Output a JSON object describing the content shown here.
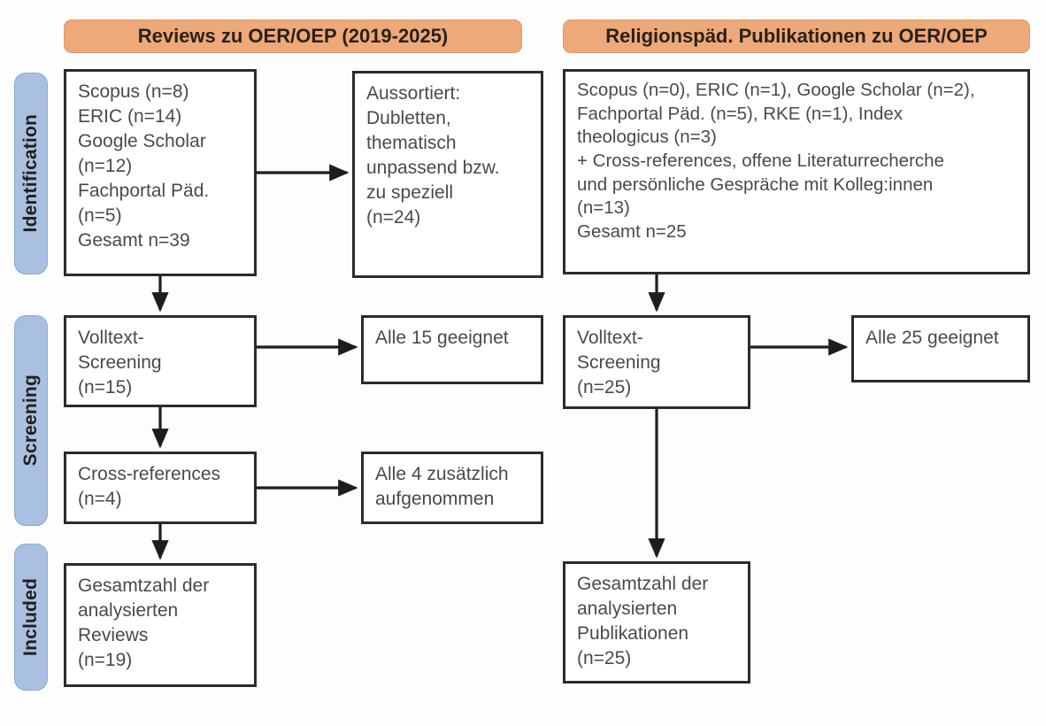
{
  "colors": {
    "header_banner": "#eda979",
    "phase_label": "#a9c0e0",
    "box_border": "#2b2b2b",
    "text": "#4a4a4a",
    "background": "#fdfdfd"
  },
  "phases": [
    {
      "id": "identification",
      "label": "Identification"
    },
    {
      "id": "screening",
      "label": "Screening"
    },
    {
      "id": "included",
      "label": "Included"
    }
  ],
  "columns": [
    {
      "id": "reviews",
      "header": "Reviews zu OER/OEP (2019-2025)"
    },
    {
      "id": "religionspaed",
      "header": "Religionspäd. Publikationen zu OER/OEP"
    }
  ],
  "boxes": {
    "left_sources": "Scopus (n=8)\nERIC (n=14)\nGoogle Scholar\n(n=12)\nFachportal Päd.\n(n=5)\nGesamt n=39",
    "left_excluded": "Aussortiert:\nDubletten,\nthematisch\nunpassend bzw.\nzu speziell\n(n=24)",
    "left_fulltext": "Volltext-\nScreening\n(n=15)",
    "left_fulltext_result": "Alle 15 geeignet",
    "left_crossrefs": "Cross-references\n(n=4)",
    "left_crossrefs_result": "Alle 4 zusätzlich\naufgenommen",
    "left_included": "Gesamtzahl der\nanalysierten\nReviews\n(n=19)",
    "right_sources": "Scopus (n=0), ERIC (n=1), Google Scholar (n=2),\nFachportal Päd. (n=5), RKE (n=1), Index\ntheologicus (n=3)\n+ Cross-references, offene Literaturrecherche\nund persönliche Gespräche mit Kolleg:innen\n(n=13)\nGesamt n=25",
    "right_fulltext": "Volltext-\nScreening\n(n=25)",
    "right_fulltext_result": "Alle 25 geeignet",
    "right_included": "Gesamtzahl der\nanalysierten\nPublikationen\n(n=25)"
  },
  "chart_data": {
    "type": "flowchart",
    "title": "PRISMA flow diagram",
    "columns": [
      {
        "name": "Reviews zu OER/OEP (2019-2025)",
        "records_identified": {
          "Scopus": 8,
          "ERIC": 14,
          "Google Scholar": 12,
          "Fachportal Päd.": 5,
          "Gesamt": 39
        },
        "excluded": {
          "reason": "Dubletten, thematisch unpassend bzw. zu speziell",
          "n": 24
        },
        "fulltext_screening": 15,
        "fulltext_eligible": 15,
        "cross_references": 4,
        "cross_references_added": 4,
        "included_total": 19
      },
      {
        "name": "Religionspäd. Publikationen zu OER/OEP",
        "records_identified": {
          "Scopus": 0,
          "ERIC": 1,
          "Google Scholar": 2,
          "Fachportal Päd.": 5,
          "RKE": 1,
          "Index theologicus": 3,
          "Cross-references, offene Literaturrecherche und persönliche Gespräche mit Kolleg:innen": 13,
          "Gesamt": 25
        },
        "fulltext_screening": 25,
        "fulltext_eligible": 25,
        "included_total": 25
      }
    ],
    "phases": [
      "Identification",
      "Screening",
      "Included"
    ]
  }
}
